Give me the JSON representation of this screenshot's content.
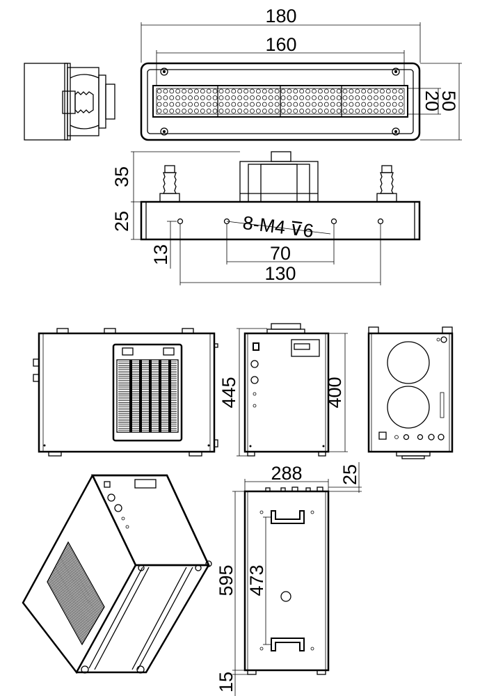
{
  "dimensions": {
    "lamp_length_overall": "180",
    "lamp_window_length": "160",
    "lamp_window_width": "20",
    "lamp_width": "50",
    "lamp_fitting_height": "35",
    "lamp_body_height": "25",
    "lamp_hole_offset": "13",
    "mount_holes_spec": "8-M4",
    "mount_holes_depth": "6",
    "mount_holes_inner_spacing": "70",
    "mount_holes_outer_spacing": "130",
    "chiller_height_overall": "445",
    "chiller_height_body": "400",
    "chiller_depth": "288",
    "chiller_top_offset": "25",
    "chiller_length": "595",
    "chiller_handle_spacing": "473",
    "chiller_foot_height": "15"
  }
}
